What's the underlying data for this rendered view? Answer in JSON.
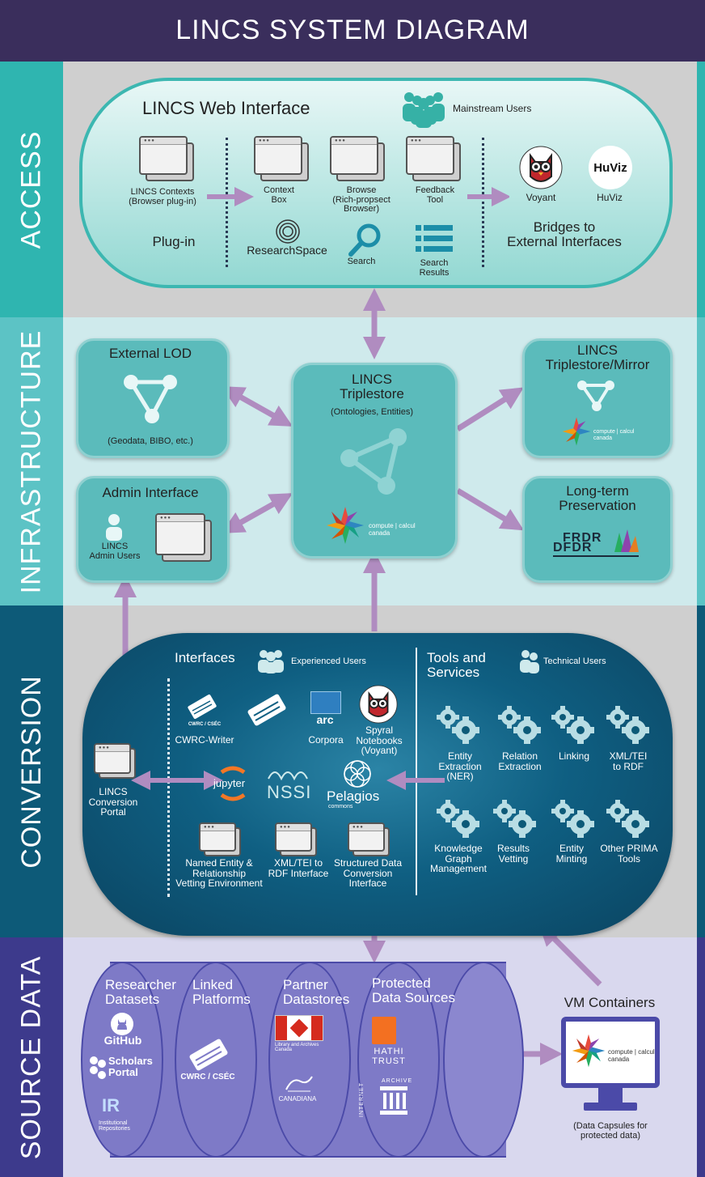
{
  "title": "LINCS SYSTEM DIAGRAM",
  "colors": {
    "header": "#3a2e5c",
    "access": "#2fb5b0",
    "infrastructure": "#5cc3c5",
    "conversion": "#0d5a78",
    "source": "#3d3a8c",
    "arrow": "#b08cc0"
  },
  "sections": {
    "access": "ACCESS",
    "infrastructure": "INFRASTRUCTURE",
    "conversion": "CONVERSION",
    "source": "SOURCE DATA"
  },
  "access": {
    "web_title": "LINCS Web Interface",
    "mainstream_users": "Mainstream Users",
    "contexts_l1": "LINCS Contexts",
    "contexts_l2": "(Browser plug-in)",
    "plugin": "Plug-in",
    "context_box_l1": "Context",
    "context_box_l2": "Box",
    "browse_l1": "Browse",
    "browse_l2": "(Rich-propsect",
    "browse_l3": "Browser)",
    "feedback_l1": "Feedback",
    "feedback_l2": "Tool",
    "researchspace": "ResearchSpace",
    "search": "Search",
    "search_results_l1": "Search",
    "search_results_l2": "Results",
    "voyant": "Voyant",
    "huviz_logo": "HuViz",
    "huviz": "HuViz",
    "bridges_l1": "Bridges to",
    "bridges_l2": "External Interfaces"
  },
  "infra": {
    "external_lod": "External LOD",
    "external_lod_sub": "(Geodata, BIBO, etc.)",
    "triplestore_l1": "LINCS",
    "triplestore_l2": "Triplestore",
    "triplestore_sub": "(Ontologies, Entities)",
    "mirror_l1": "LINCS",
    "mirror_l2": "Triplestore/Mirror",
    "admin": "Admin Interface",
    "admin_users_l1": "LINCS",
    "admin_users_l2": "Admin Users",
    "preservation_l1": "Long-term",
    "preservation_l2": "Preservation",
    "compute_l1": "compute",
    "compute_l2": "calcul",
    "canada": "canada",
    "frdr": "FRDR",
    "dfdr": "DFDR"
  },
  "conversion": {
    "interfaces": "Interfaces",
    "experienced_users": "Experienced Users",
    "tools_l1": "Tools and",
    "tools_l2": "Services",
    "technical_users": "Technical Users",
    "cwrc_writer": "CWRC-Writer",
    "cwrc_cseс": "CWRC / CSÉC",
    "cwrc_small": "CWRC / CSÉC",
    "corpora": "Corpora",
    "arc": "arc",
    "spyral_l1": "Spyral",
    "spyral_l2": "Notebooks",
    "spyral_l3": "(Voyant)",
    "portal_l1": "LINCS",
    "portal_l2": "Conversion",
    "portal_l3": "Portal",
    "jupyter": "jupyter",
    "nssi": "NSSI",
    "pelagios": "Pelagios",
    "pelagios_sub": "commons",
    "ner_l1": "Named Entity &",
    "ner_l2": "Relationship",
    "ner_l3": "Vetting Environment",
    "xml_if_l1": "XML/TEI to",
    "xml_if_l2": "RDF Interface",
    "sdc_l1": "Structured Data",
    "sdc_l2": "Conversion",
    "sdc_l3": "Interface",
    "t1_l1": "Entity",
    "t1_l2": "Extraction (NER)",
    "t2_l1": "Relation",
    "t2_l2": "Extraction",
    "t3_l1": "Linking",
    "t4_l1": "XML/TEI",
    "t4_l2": "to RDF",
    "t5_l1": "Knowledge",
    "t5_l2": "Graph",
    "t5_l3": "Management",
    "t6_l1": "Results",
    "t6_l2": "Vetting",
    "t7_l1": "Entity",
    "t7_l2": "Minting",
    "t8_l1": "Other PRIMA",
    "t8_l2": "Tools"
  },
  "source": {
    "c1_l1": "Researcher",
    "c1_l2": "Datasets",
    "c2_l1": "Linked",
    "c2_l2": "Platforms",
    "c3_l1": "Partner",
    "c3_l2": "Datastores",
    "c4_l1": "Protected",
    "c4_l2": "Data Sources",
    "github": "GitHub",
    "scholars_l1": "Scholars",
    "scholars_l2": "Portal",
    "ir": "IR",
    "ir_sub_l1": "Institutional",
    "ir_sub_l2": "Repositories",
    "cwrc": "CWRC / CSÉC",
    "lac_l1": "Library and Archives",
    "lac_l2": "Canada",
    "canadiana": "CANADIANA",
    "hathi_l1": "HATHI",
    "hathi_l2": "TRUST",
    "archive": "ARCHIVE",
    "internet": "INTERNET",
    "vm": "VM Containers",
    "vm_sub_l1": "(Data Capsules for",
    "vm_sub_l2": "protected data)"
  }
}
